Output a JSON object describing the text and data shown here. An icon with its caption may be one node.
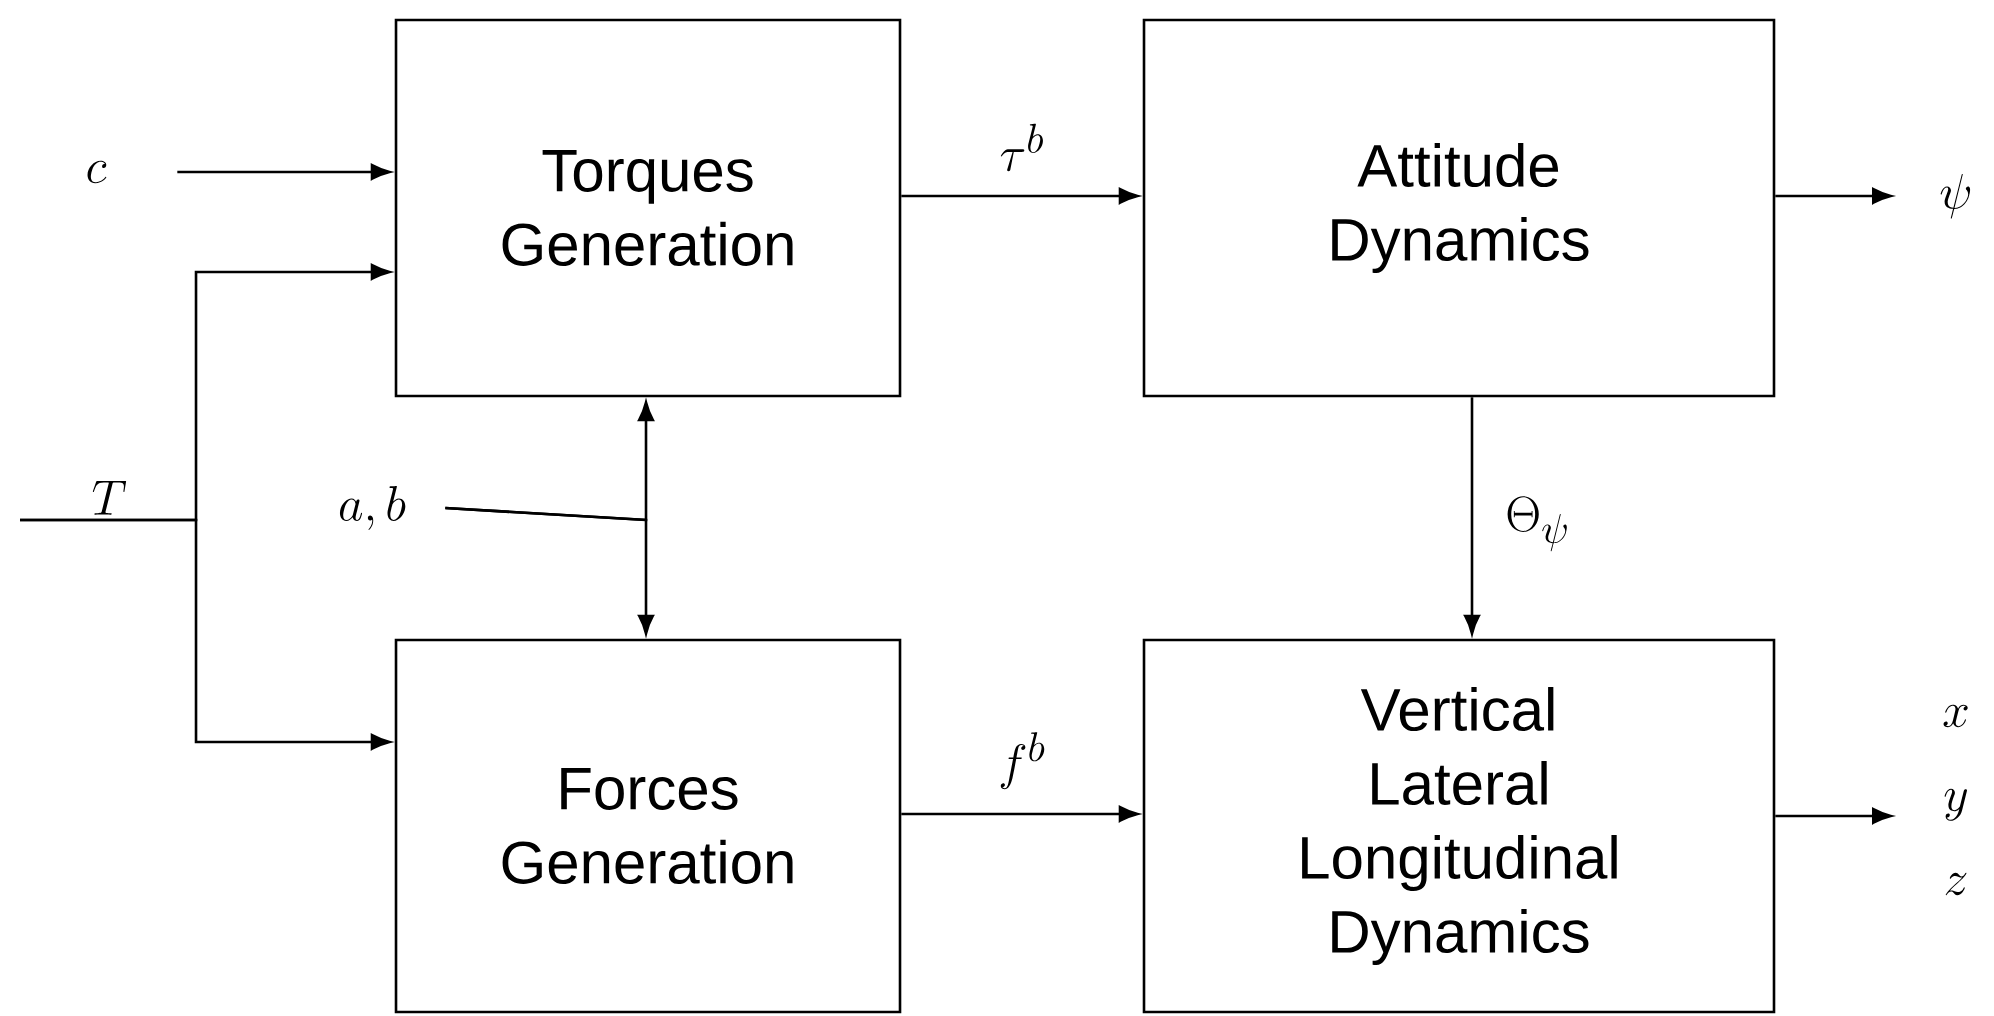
{
  "diagram": {
    "nodes": [
      {
        "text": [
          "Torques Generation"
        ]
      },
      {
        "text": [
          "Attitude Dynamics"
        ]
      },
      {
        "text": [
          "Forces Generation"
        ]
      },
      {
        "text": [
          "Vertical Lateral Longitudinal Dynamics"
        ]
      },
      {
        "text": [
          "c"
        ]
      },
      {
        "text": [
          "T"
        ]
      },
      {
        "text": [
          "a,b"
        ]
      },
      {
        "text": [
          "\\psi"
        ]
      },
      {
        "text": [
          "x",
          "y",
          "z"
        ]
      }
    ],
    "edges": [
      {
        "from": 4,
        "to": 0,
        "arrow": "to"
      },
      {
        "from": 5,
        "to": 0,
        "arrow": "to"
      },
      {
        "from": 5,
        "to": 2,
        "arrow": "to"
      },
      {
        "from": 6,
        "to": 0,
        "arrow": "to"
      },
      {
        "from": 6,
        "to": 2,
        "arrow": "to"
      },
      {
        "from": 0,
        "to": 1,
        "arrow": "to",
        "label": "\\tau^b"
      },
      {
        "from": 1,
        "to": 7,
        "arrow": "to"
      },
      {
        "from": 1,
        "to": 3,
        "arrow": "to",
        "label": "\\Theta_\\psi"
      },
      {
        "from": 2,
        "to": 3,
        "arrow": "to",
        "label": "f^b"
      },
      {
        "from": 3,
        "to": 8,
        "arrow": "to"
      }
    ]
  }
}
